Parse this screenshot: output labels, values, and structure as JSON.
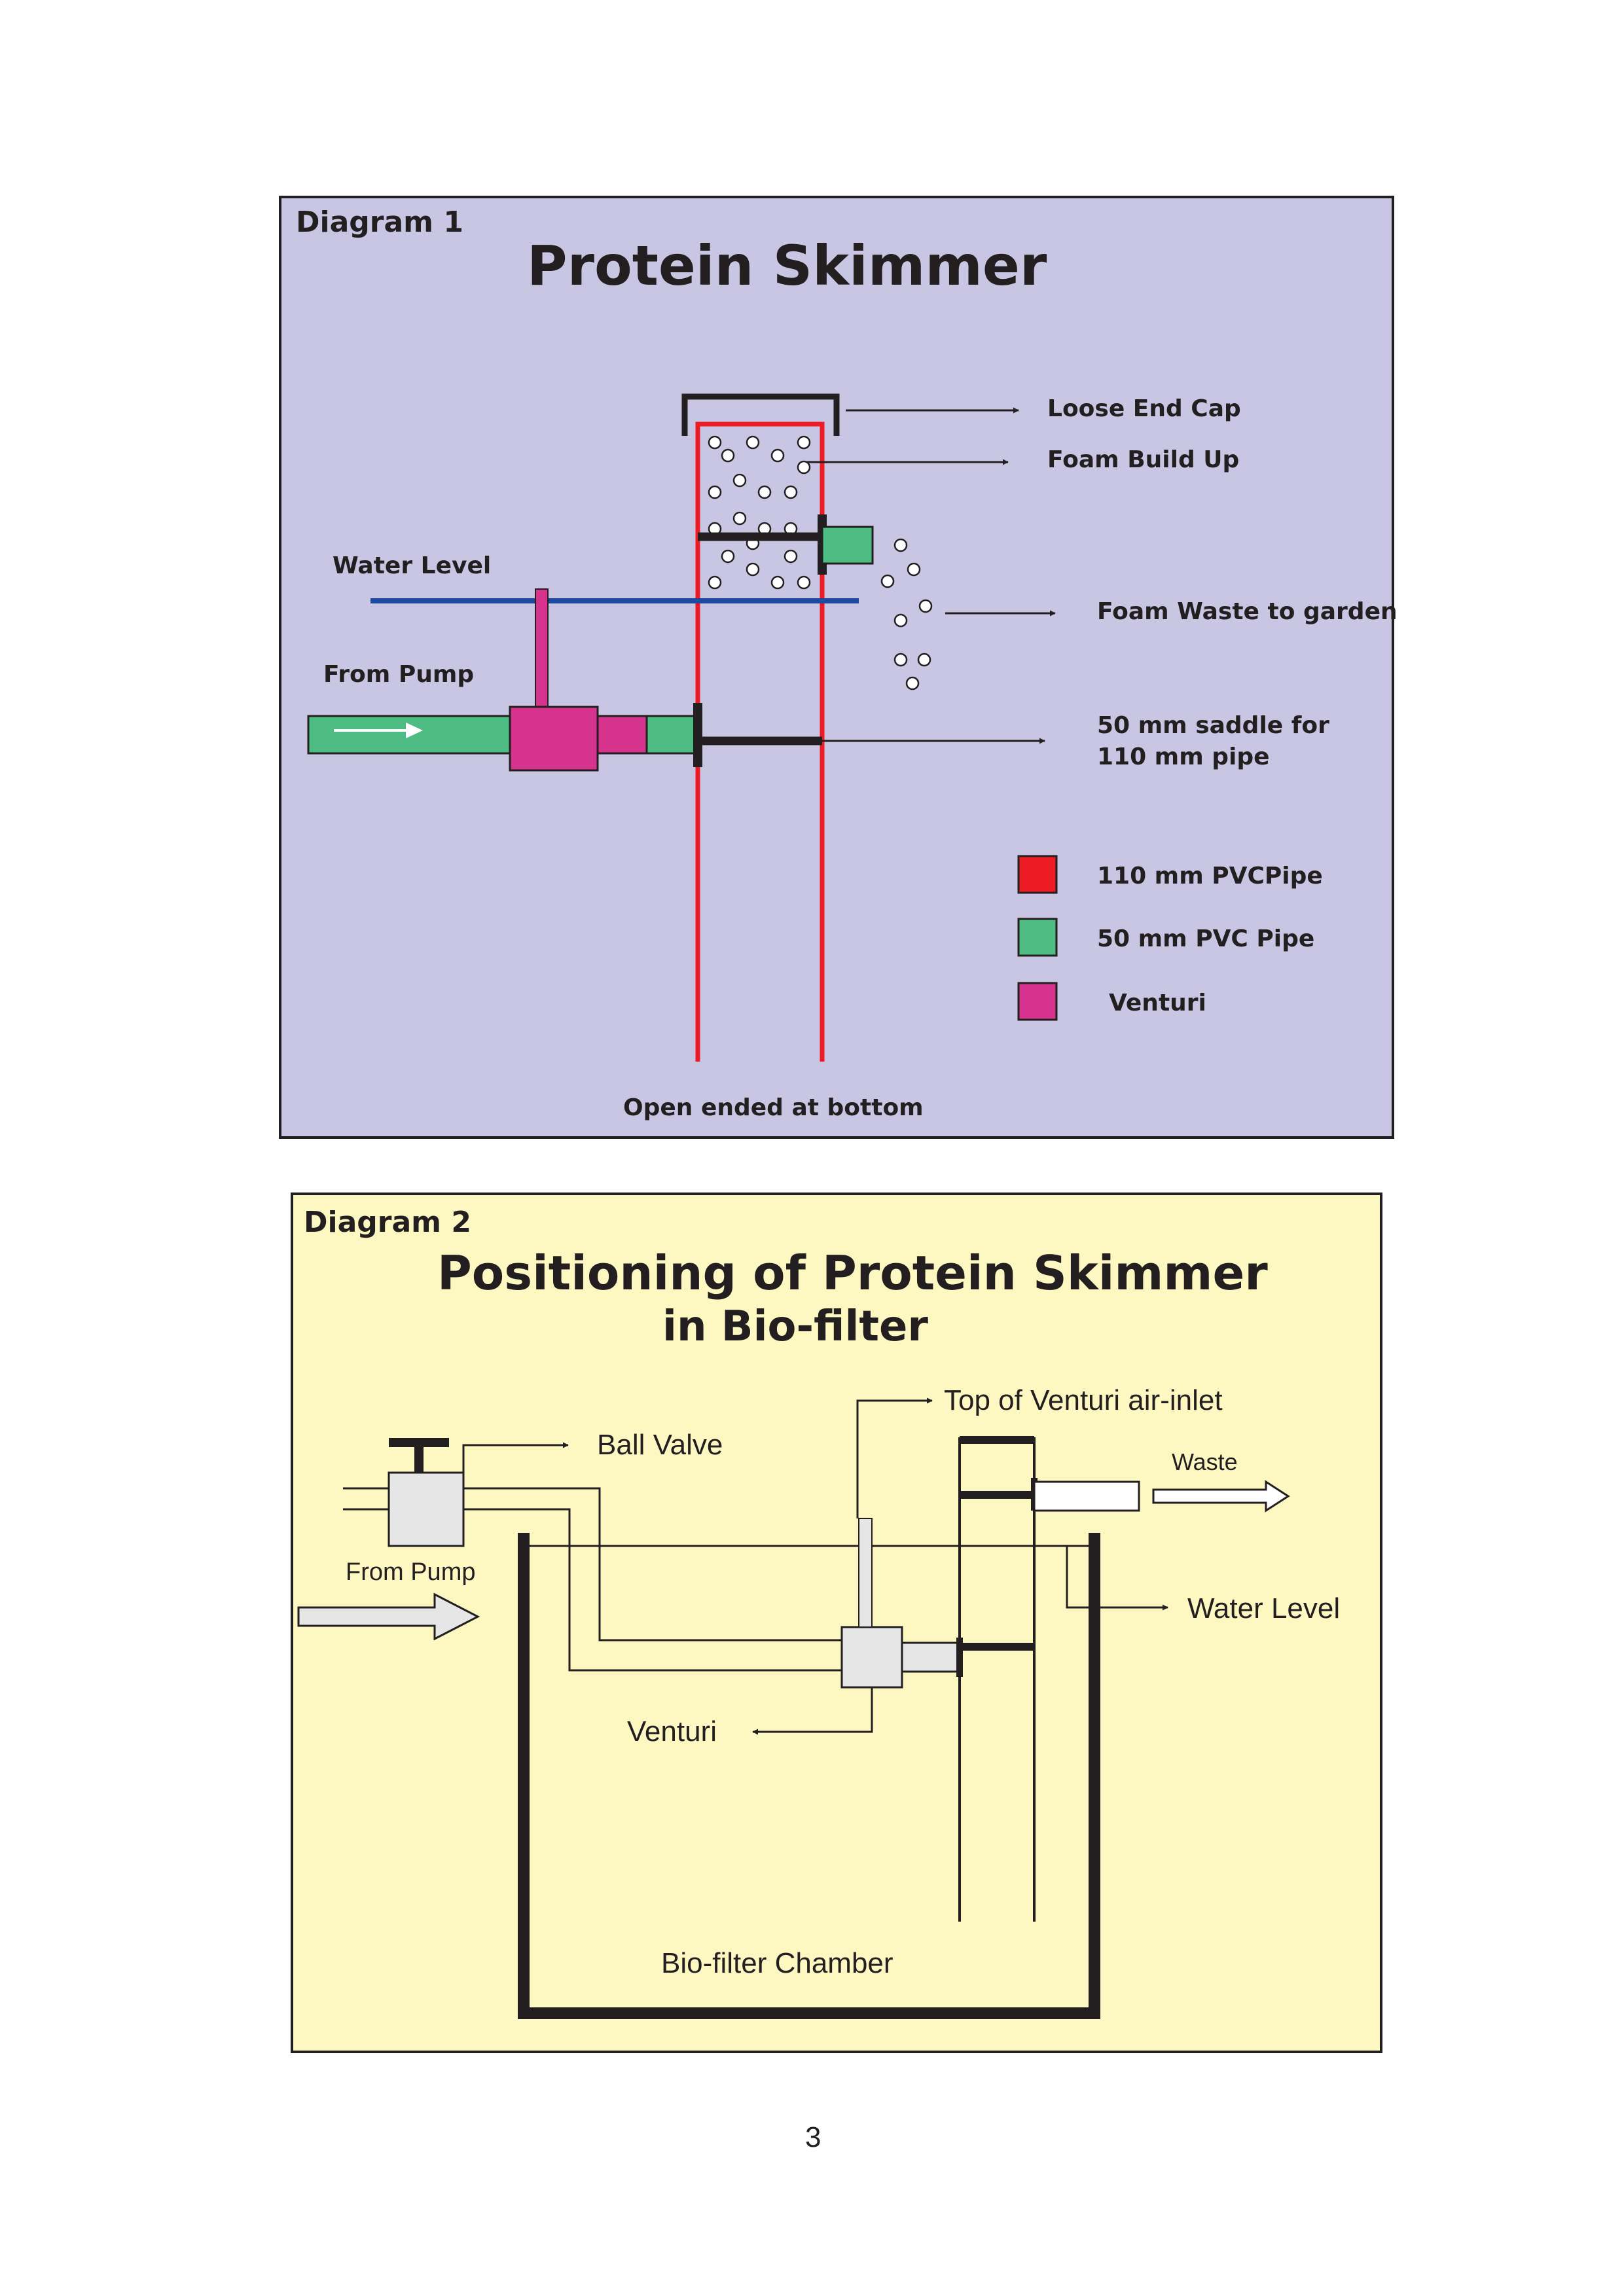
{
  "diagram1": {
    "tag": "Diagram 1",
    "title": "Protein Skimmer",
    "labels": {
      "loose_end_cap": "Loose End Cap",
      "foam_build_up": "Foam Build Up",
      "water_level": "Water Level",
      "foam_waste": "Foam Waste to garden",
      "from_pump": "From Pump",
      "saddle_line1": "50 mm  saddle for",
      "saddle_line2": "110 mm pipe",
      "open_ended": "Open ended at bottom"
    },
    "legend": [
      {
        "label": "110 mm PVCPipe",
        "color": "#ed1c24"
      },
      {
        "label": "50 mm PVC Pipe",
        "color": "#4dbd84"
      },
      {
        "label": "Venturi",
        "color": "#d6338f"
      }
    ],
    "colors": {
      "background": "#c8c6e3",
      "water_level": "#1e4ba0",
      "pipe_110": "#ed1c24",
      "pipe_50": "#4dbd84",
      "venturi": "#d6338f"
    }
  },
  "diagram2": {
    "tag": "Diagram 2",
    "title_line1": "Positioning of Protein Skimmer",
    "title_line2": "in Bio-filter",
    "labels": {
      "top_venturi": "Top of  Venturi air-inlet",
      "ball_valve": "Ball Valve",
      "waste": "Waste",
      "from_pump": "From Pump",
      "water_level": "Water Level",
      "venturi": "Venturi",
      "chamber": "Bio-filter Chamber"
    },
    "colors": {
      "background": "#fdf8c2"
    }
  },
  "page_number": "3"
}
